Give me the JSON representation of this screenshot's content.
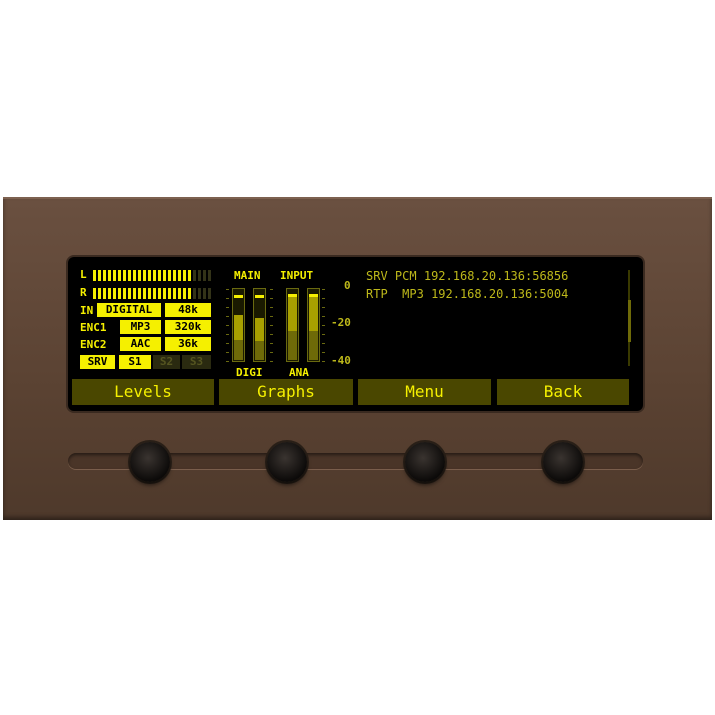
{
  "levels": {
    "left_label": "L",
    "right_label": "R",
    "left_level": 0.82,
    "right_level": 0.82
  },
  "rows": [
    {
      "label": "IN",
      "cells": [
        "DIGITAL",
        "48k"
      ]
    },
    {
      "label": "ENC1",
      "cells": [
        "MP3",
        "320k"
      ]
    },
    {
      "label": "ENC2",
      "cells": [
        "AAC",
        "36k"
      ]
    },
    {
      "label": "SRV",
      "cells": [
        "S1",
        "S2",
        "S3"
      ],
      "active": [
        "S1"
      ]
    }
  ],
  "meters": {
    "main_label": "MAIN",
    "input_label": "INPUT",
    "digi_label": "DIGI",
    "ana_label": "ANA",
    "scale": [
      "0",
      "-20",
      "-40"
    ],
    "values": {
      "digi_l": 0.66,
      "digi_r": 0.62,
      "ana_l": 0.96,
      "ana_r": 0.96
    }
  },
  "streams": [
    {
      "type": "SRV",
      "codec": "PCM",
      "address": "192.168.20.136:56856"
    },
    {
      "type": "RTP",
      "codec": "MP3",
      "address": "192.168.20.136:5004"
    }
  ],
  "softkeys": [
    "Levels",
    "Graphs",
    "Menu",
    "Back"
  ],
  "colors": {
    "display": "#f5f000",
    "panel": "#5a4232",
    "softkey_bg": "#4a4700"
  }
}
